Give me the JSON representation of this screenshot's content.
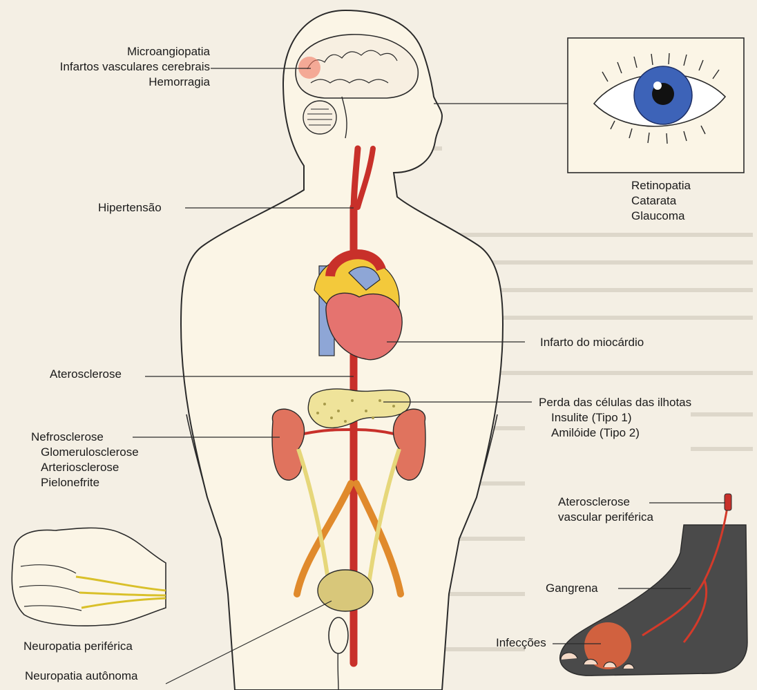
{
  "labels": {
    "brain": [
      "Microangiopatia",
      "Infartos vasculares cerebrais",
      "Hemorragia"
    ],
    "hypertension": "Hipertensão",
    "eye": [
      "Retinopatia",
      "Catarata",
      "Glaucoma"
    ],
    "myocardium": "Infarto do miocárdio",
    "atherosclerosis": "Aterosclerose",
    "islets": [
      "Perda das células das ilhotas",
      "Insulite (Tipo 1)",
      "Amilóide (Tipo 2)"
    ],
    "kidney": [
      "Nefrosclerose",
      "Glomerulosclerose",
      "Arteriosclerose",
      "Pielonefrite"
    ],
    "peripheral_vascular": [
      "Aterosclerose",
      "vascular periférica"
    ],
    "gangrene": "Gangrena",
    "infections": "Infecções",
    "peripheral_neuropathy": "Neuropatia periférica",
    "autonomic_neuropathy": "Neuropatia autônoma"
  },
  "colors": {
    "background": "#f4efe4",
    "skin": "#fbf5e6",
    "outline": "#2a2a2a",
    "artery": "#c8302a",
    "heart": "#e5736f",
    "vein": "#8ea6d6",
    "pancreas": "#efe39a",
    "kidney": "#e0735e",
    "ureter": "#e6d77a",
    "iris": "#3d63b8",
    "foot": "#4a4a4a",
    "infection_glow": "#ff6a3c"
  }
}
